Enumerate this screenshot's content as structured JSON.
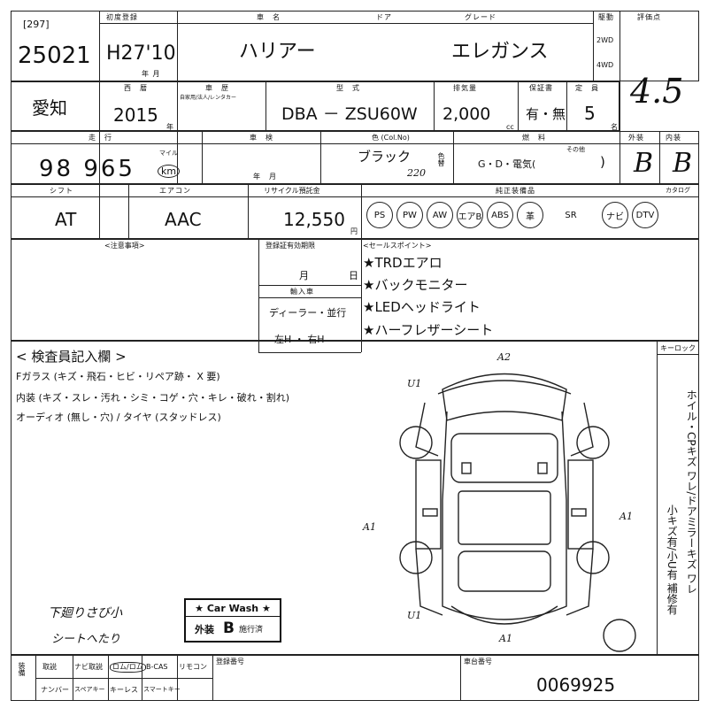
{
  "header": {
    "lot_small": "[297]",
    "lot_no": "25021",
    "reg_label": "初度登録",
    "reg_value": "H27'10",
    "reg_unit": "年 月",
    "name_label": "車　名",
    "name_value": "ハリアー",
    "door_label": "ドア",
    "grade_label": "グレード",
    "grade_value": "エレガンス",
    "drive_label": "駆動",
    "drive_2wd": "2WD",
    "drive_4wd": "4WD",
    "score_label": "評価点",
    "score_value": "4.5"
  },
  "row2": {
    "pref_value": "愛知",
    "year_label": "西　暦",
    "year_value": "2015",
    "year_unit": "年",
    "event_label": "車　歴",
    "event_sub": "自家用/法人/レンタカー",
    "model_label": "型　式",
    "model_value": "DBA － ZSU60W",
    "displacement_label": "排気量",
    "displacement_value": "2,000",
    "displacement_unit": "cc",
    "warranty_label": "保証書",
    "warranty_value": "有・無",
    "seats_label": "定　員",
    "seats_value": "5",
    "seats_unit": "名"
  },
  "row3": {
    "mileage_label": "走　行",
    "mileage_value": "98 965",
    "mileage_unit_top": "マイル",
    "mileage_unit": "km",
    "shaken_label": "車　検",
    "shaken_unit": "年　月",
    "color_label": "色 (Col.No)",
    "color_value": "ブラック",
    "color_code": "220",
    "color_side": "色替",
    "fuel_label": "燃　料",
    "fuel_value": "G・D・電気(",
    "fuel_close": ")",
    "fuel_other": "その他",
    "exterior_label": "外装",
    "exterior_value": "B",
    "interior_label": "内装",
    "interior_value": "B"
  },
  "row4": {
    "shift_label": "シフト",
    "shift_value": "AT",
    "ac_label": "エアコン",
    "ac_value": "AAC",
    "recycle_label": "リサイクル預託金",
    "recycle_value": "12,550",
    "recycle_unit": "円",
    "equip_label": "純正装備品",
    "catalog_label": "カタログ",
    "equipment": [
      "PS",
      "PW",
      "AW",
      "エアB",
      "ABS",
      "革",
      "SR",
      "ナビ",
      "DTV"
    ]
  },
  "notes": {
    "caution_label": "<注意事項>",
    "expiry_label": "登録証有効期限",
    "expiry_month": "月",
    "expiry_day": "日",
    "import_label": "輸入車",
    "import_dealer": "ディーラー・並行",
    "import_handle": "左H ・ 右H",
    "sales_label": "<セールスポイント>",
    "sales_points": [
      "★TRDエアロ",
      "★バックモニター",
      "★LEDヘッドライト",
      "★ハーフレザーシート"
    ]
  },
  "inspector": {
    "title": "< 検査員記入欄 >",
    "line1": "Fガラス (キズ・飛石・ヒビ・リペア跡・ X 要)",
    "line2": "内装 (キズ・スレ・汚れ・シミ・コゲ・穴・キレ・破れ・割れ)",
    "line3": "オーディオ (無し・穴) / タイヤ (スタッドレス)",
    "handwritten1": "下廻りさび小",
    "handwritten2": "シートへたり",
    "keylock_label": "キーロック",
    "side_note": "ホイル・CPキズ ワレ/ドアミラーキズ ワレ",
    "side_note2": "小キズ有/小U有 補修有",
    "diagram_marks": [
      "A2",
      "U1",
      "A1",
      "A1",
      "U1",
      "A1"
    ]
  },
  "carwash": {
    "title": "★ Car Wash ★",
    "grade_prefix": "外装",
    "grade": "B",
    "grade_suffix": "施行済"
  },
  "footer": {
    "side_label": "装備",
    "items_top": [
      "取説",
      "ナビ取説",
      "ロム/ロム",
      "B-CAS",
      "リモコン"
    ],
    "items_bottom": [
      "ナンバー",
      "スペアキー",
      "キーレス",
      "スマートキー"
    ],
    "reg_no_label": "登録番号",
    "chassis_label": "車台番号",
    "chassis_value": "0069925"
  }
}
